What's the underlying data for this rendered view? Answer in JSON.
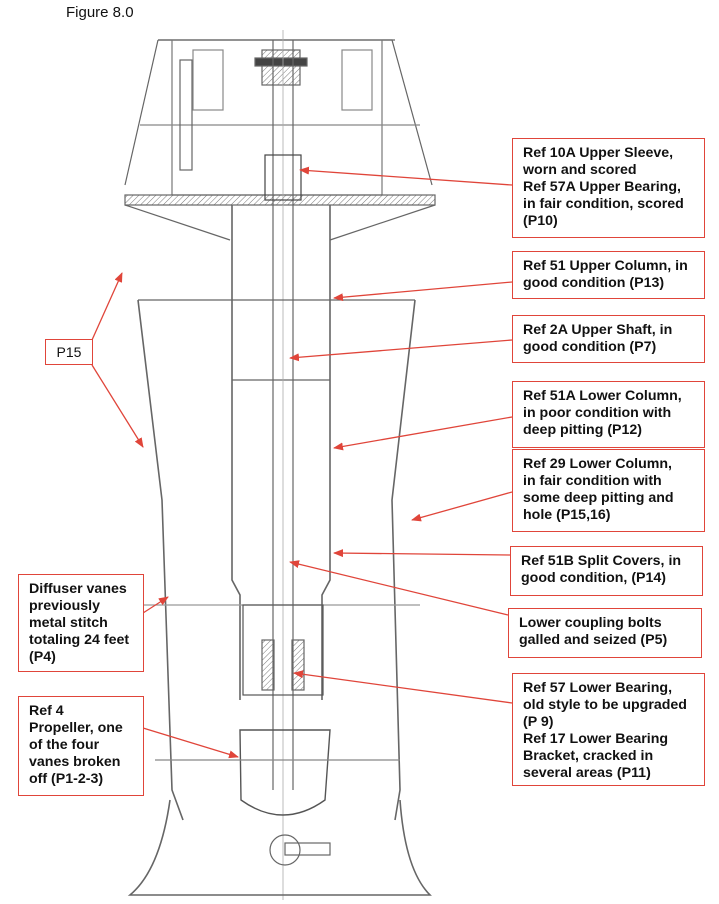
{
  "figure": {
    "title": "Figure 8.0"
  },
  "colors": {
    "annotation": "#e0453a",
    "drawing_line": "#555555",
    "text": "#111111"
  },
  "callouts": [
    {
      "id": "upper-sleeve-bearing",
      "text": "Ref 10A Upper Sleeve,\nworn and scored\nRef 57A Upper Bearing,\nin fair condition, scored\n(P10)"
    },
    {
      "id": "upper-column",
      "text": "Ref 51 Upper Column, in\ngood condition (P13)"
    },
    {
      "id": "upper-shaft",
      "text": " Ref 2A Upper Shaft, in\ngood condition (P7)"
    },
    {
      "id": "lower-column-51a",
      "text": "Ref 51A Lower Column,\nin poor condition with\ndeep pitting (P12)"
    },
    {
      "id": "lower-column-29",
      "text": "Ref 29 Lower Column,\nin fair condition with\nsome deep pitting and\nhole  (P15,16)"
    },
    {
      "id": "split-covers",
      "text": "Ref 51B Split Covers, in\ngood condition, (P14)"
    },
    {
      "id": "coupling-bolts",
      "text": "Lower coupling bolts\ngalled and seized (P5)"
    },
    {
      "id": "lower-bearing",
      "text": "Ref 57 Lower Bearing,\nold style to be upgraded\n(P 9)\nRef 17 Lower Bearing\nBracket, cracked in\nseveral areas (P11)"
    },
    {
      "id": "diffuser-vanes",
      "text": "Diffuser vanes\npreviously\nmetal stitch\ntotaling 24 feet\n(P4)"
    },
    {
      "id": "propeller",
      "text": "Ref 4\nPropeller, one\nof the four\nvanes broken\noff (P1-2-3)"
    },
    {
      "id": "p15",
      "text": "P15"
    }
  ]
}
